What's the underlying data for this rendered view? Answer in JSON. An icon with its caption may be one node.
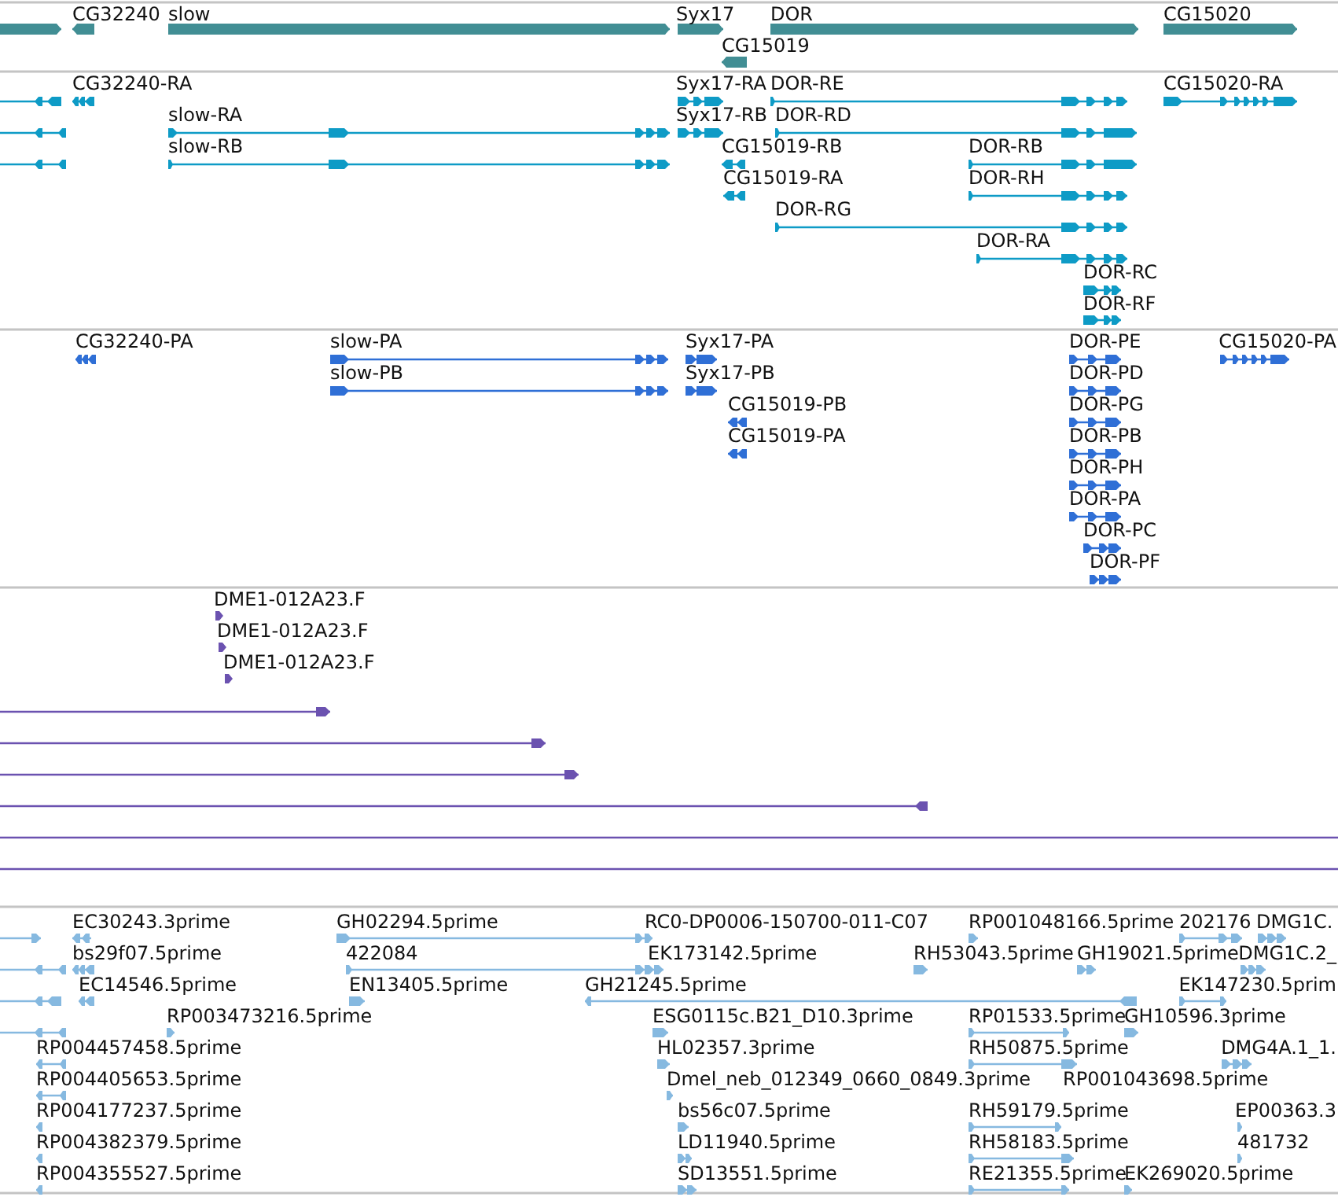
{
  "diagram": {
    "labels": [
      "CG32240",
      "slow",
      "Syx17",
      "DOR",
      "CG15019",
      "CG15020",
      "CG32240-RA",
      "Syx17-RA",
      "DOR-RE",
      "CG15020-RA",
      "slow-RA",
      "Syx17-RB",
      "DOR-RD",
      "slow-RB",
      "CG15019-RB",
      "DOR-RB",
      "CG15019-RA",
      "DOR-RH",
      "DOR-RG",
      "DOR-RA",
      "DOR-RC",
      "DOR-RF",
      "CG32240-PA",
      "slow-PA",
      "Syx17-PA",
      "DOR-PE",
      "CG15020-PA",
      "slow-PB",
      "Syx17-PB",
      "DOR-PD",
      "CG15019-PB",
      "DOR-PG",
      "CG15019-PA",
      "DOR-PB",
      "DOR-PH",
      "DOR-PA",
      "DOR-PC",
      "DOR-PF",
      "DME1-012A23.F",
      "DME1-012A23.F",
      "DME1-012A23.F",
      "EC30243.3prime",
      "GH02294.5prime",
      "RC0-DP0006-150700-011-C07",
      "RP001048166.5prime",
      "202176",
      "DMG1C.",
      "bs29f07.5prime",
      "422084",
      "EK173142.5prime",
      "RH53043.5prime",
      "GH19021.5prime",
      "DMG1C.2_",
      "EC14546.5prime",
      "EN13405.5prime",
      "GH21245.5prime",
      "EK147230.5prim",
      "RP003473216.5prime",
      "ESG0115c.B21_D10.3prime",
      "RP01533.5prime",
      "GH10596.3prime",
      "RP004457458.5prime",
      "HL02357.3prime",
      "RH50875.5prime",
      "DMG4A.1_1.",
      "RP004405653.5prime",
      "Dmel_neb_012349_0660_0849.3prime",
      "RP001043698.5prime",
      "RP004177237.5prime",
      "bs56c07.5prime",
      "RH59179.5prime",
      "EP00363.3",
      "RP004382379.5prime",
      "LD11940.5prime",
      "RH58183.5prime",
      "481732",
      "RP004355527.5prime",
      "SD13551.5prime",
      "RE21355.5prime",
      "EK269020.5prime"
    ]
  }
}
